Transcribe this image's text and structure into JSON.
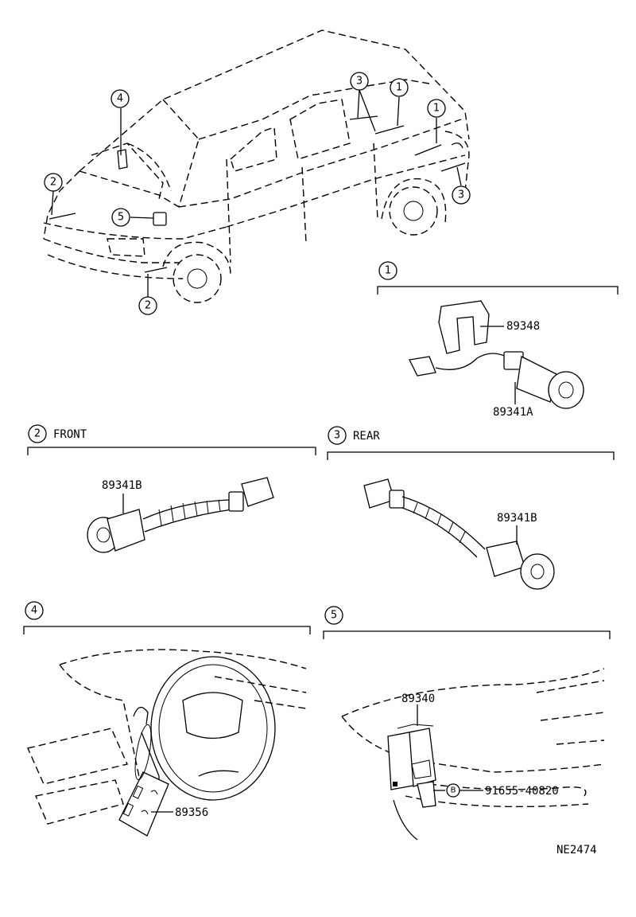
{
  "callouts": {
    "c1": "1",
    "c2": "2",
    "c3": "3",
    "c4": "4",
    "c5": "5",
    "cb": "B"
  },
  "sections": {
    "s1": {
      "num": "1"
    },
    "s2": {
      "num": "2",
      "title": "FRONT"
    },
    "s3": {
      "num": "3",
      "title": "REAR"
    },
    "s4": {
      "num": "4"
    },
    "s5": {
      "num": "5"
    }
  },
  "parts": {
    "p89348": "89348",
    "p89341A": "89341A",
    "p89341B_front": "89341B",
    "p89341B_rear": "89341B",
    "p89356": "89356",
    "p89340": "89340",
    "p91655": "91655-40820"
  },
  "diagram_code": "NE2474"
}
